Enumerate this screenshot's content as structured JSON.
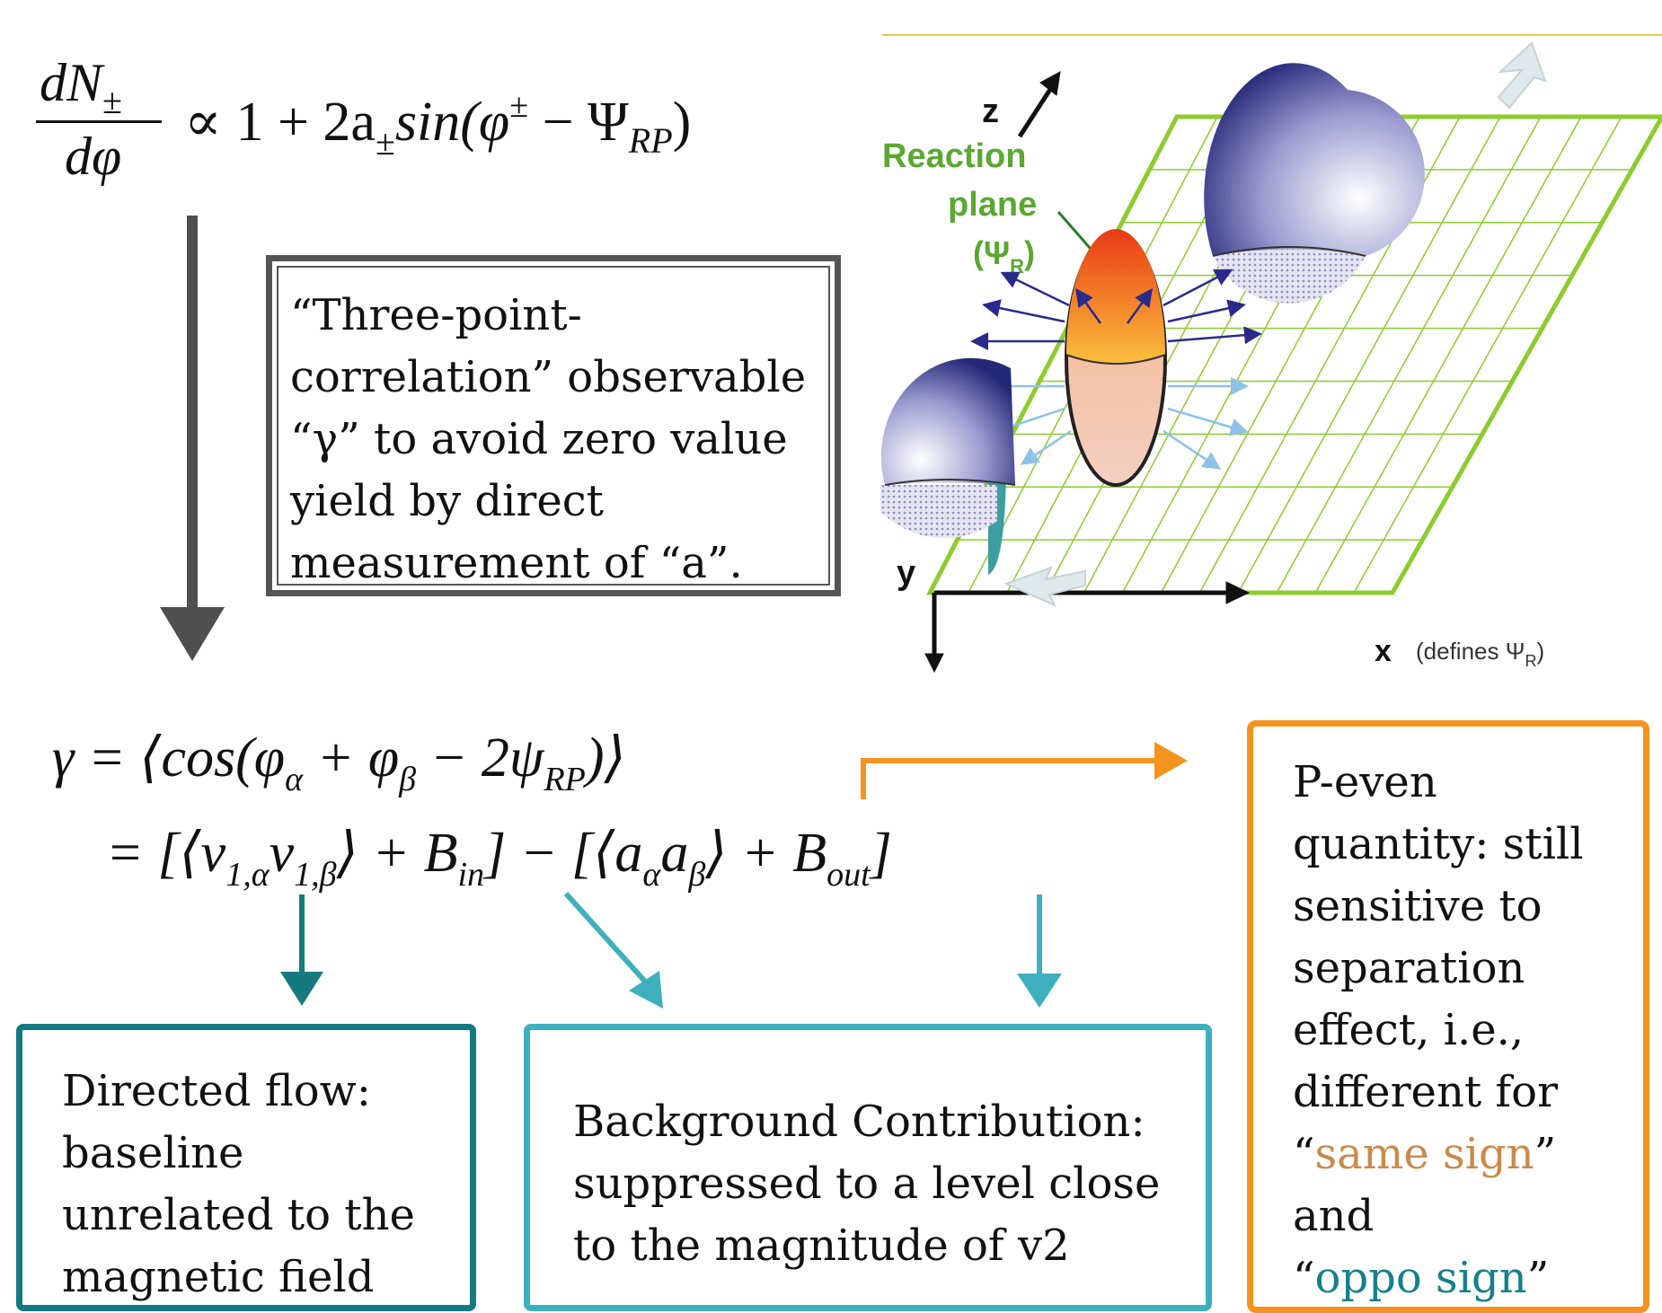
{
  "formula1": {
    "numerator": "dN",
    "numerator_sub": "±",
    "denominator": "dφ",
    "rhs_prefix": "∝ 1 + 2a",
    "rhs_sub": "±",
    "rhs_mid": "sin(φ",
    "rhs_sup": "±",
    "rhs_mid2": " − Ψ",
    "rhs_sub2": "RP",
    "rhs_end": ")"
  },
  "box_correlation": {
    "lines": [
      "“Three-point-",
      "correlation” observable",
      "“γ” to avoid zero value",
      "yield by direct",
      "measurement of “a”."
    ]
  },
  "figure": {
    "axis_z": "z",
    "axis_y": "y",
    "axis_x": "x",
    "axis_x_note": "(defines Ψ",
    "axis_x_note_sub": "R",
    "axis_x_note_end": ")",
    "reaction_plane_line1": "Reaction",
    "reaction_plane_line2": "plane",
    "reaction_plane_line3": "(Ψ",
    "reaction_plane_sub": "R",
    "reaction_plane_end": ")"
  },
  "formula2": {
    "line1_a": "γ = ⟨cos(φ",
    "line1_sub1": "α",
    "line1_b": " + φ",
    "line1_sub2": "β",
    "line1_c": " − 2ψ",
    "line1_sub3": "RP",
    "line1_d": ")⟩",
    "line2_a": "= [⟨v",
    "line2_sub1": "1,α",
    "line2_b": "v",
    "line2_sub2": "1,β",
    "line2_c": "⟩ + B",
    "line2_sub3": "in",
    "line2_d": "] − [⟨a",
    "line2_sub4": "α",
    "line2_e": "a",
    "line2_sub5": "β",
    "line2_f": "⟩ + B",
    "line2_sub6": "out",
    "line2_g": "]"
  },
  "box_directed": {
    "lines": [
      "Directed flow:",
      "baseline",
      "unrelated to the",
      "magnetic field"
    ]
  },
  "box_background": {
    "lines": [
      "Background Contribution:",
      "suppressed to a level close",
      "to the magnitude of v2"
    ]
  },
  "box_peven": {
    "lines": [
      "P-even",
      "quantity: still",
      "sensitive to",
      "separation",
      "effect, i.e.,",
      "different for"
    ],
    "same_open": "“",
    "same_sign": "same sign",
    "same_close": "”",
    "and": "and",
    "oppo_open": "“",
    "oppo_sign": "oppo sign",
    "oppo_close": "”"
  },
  "colors": {
    "dark_teal": "#147a80",
    "light_teal": "#3eb0bd",
    "orange": "#f6931f",
    "gray_box": "#555555",
    "same_sign_color": "#c98a4b",
    "oppo_sign_color": "#16808a",
    "plane_green": "#8ccc2e",
    "label_green": "#5aa832"
  }
}
